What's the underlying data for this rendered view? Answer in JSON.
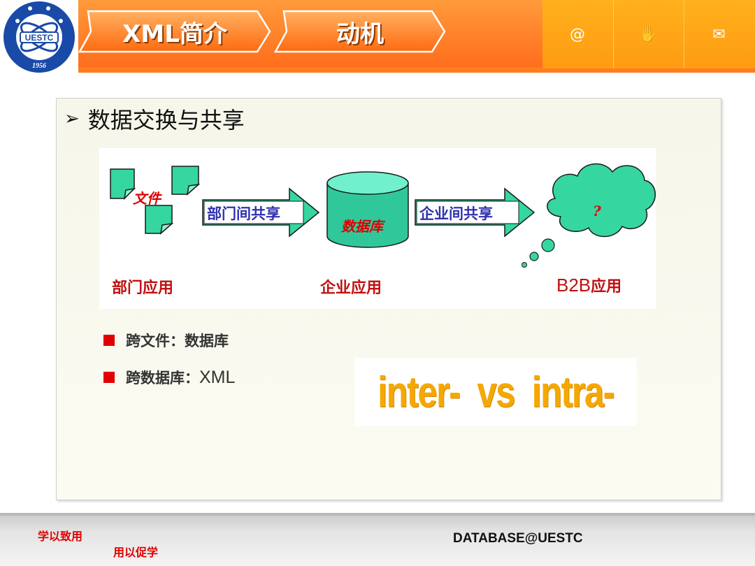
{
  "header": {
    "tabs": [
      {
        "label": "XML简介"
      },
      {
        "label": "动机"
      }
    ],
    "icons": [
      "at-icon",
      "person-icon",
      "mail-icon"
    ],
    "icon_glyphs": [
      "@",
      "✋",
      "✉"
    ],
    "logo": {
      "text": "UESTC",
      "year": "1956"
    }
  },
  "slide": {
    "title": "数据交换与共享",
    "diagram": {
      "file_label": "文件",
      "arrow1_label": "部门间共享",
      "db_label": "数据库",
      "arrow2_label": "企业间共享",
      "cloud_label": "?",
      "caption_left": "部门应用",
      "caption_mid": "企业应用",
      "caption_right_latin": "B2B",
      "caption_right": "应用"
    },
    "bullets": [
      {
        "text": "跨文件：数据库",
        "latin": ""
      },
      {
        "text": "跨数据库：",
        "latin": "XML"
      }
    ],
    "inter_text": "inter-  vs  intra-"
  },
  "footer": {
    "motto1": "学以致用",
    "motto2": "用以促学",
    "brand": "DATABASE@UESTC"
  },
  "colors": {
    "accent_orange": "#ff7a1f",
    "shape_green": "#35d6a0",
    "label_red": "#e00000",
    "label_blue": "#3030b0",
    "inter_yellow": "#f5a800"
  }
}
